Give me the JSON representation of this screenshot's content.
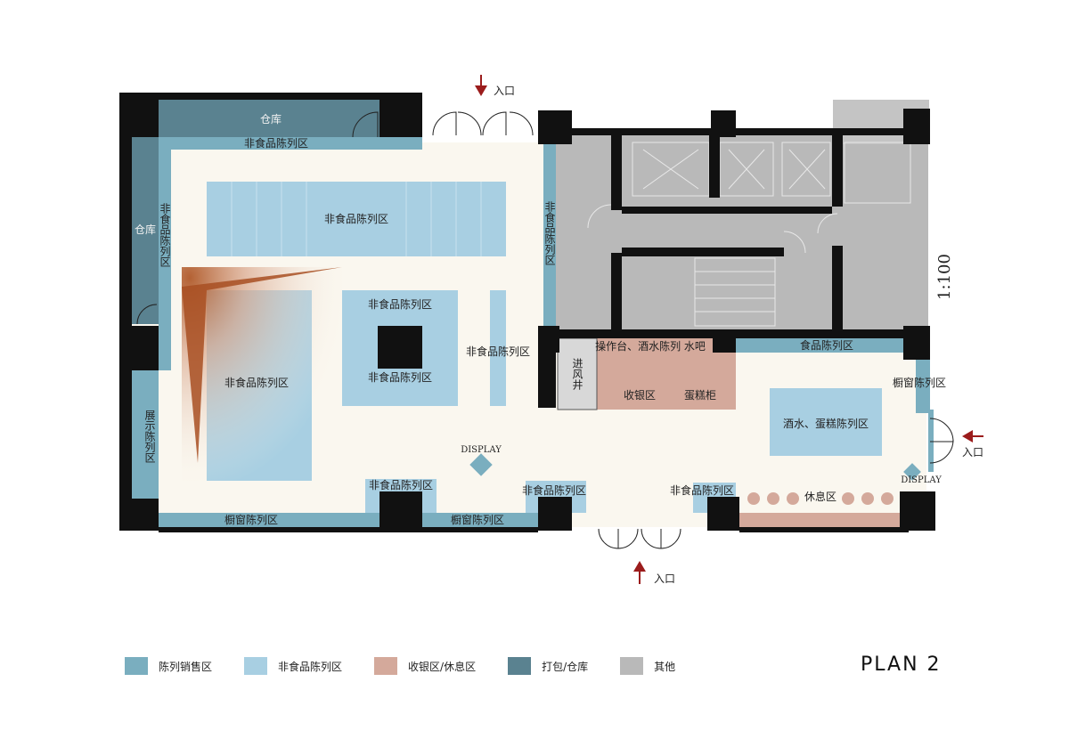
{
  "colors": {
    "display_sales": "#7aaebf",
    "non_food": "#a8cfe2",
    "cashier": "#d4a99b",
    "storage": "#5a8290",
    "other": "#b9b9b9",
    "floor": "#faf7ef",
    "wall": "#111111",
    "arrow": "#9b1c1c",
    "seat": "#d4a99b"
  },
  "labels": {
    "storage_top": "仓库",
    "storage_left": "仓库",
    "nonfood_top_strip": "非食品陈列区",
    "nonfood_left_strip": "非食品陈列区",
    "nonfood_top_block": "非食品陈列区",
    "nonfood_center_top": "非食品陈列区",
    "nonfood_center_bottom": "非食品陈列区",
    "nonfood_left_block": "非食品陈列区",
    "nonfood_right_center": "非食品陈列区",
    "nonfood_mid_vertical": "非食品陈列区",
    "nonfood_bottom_1": "非食品陈列区",
    "nonfood_bottom_2": "非食品陈列区",
    "nonfood_bottom_3": "非食品陈列区",
    "exhibit": "展示陈列区",
    "window_bottom_1": "橱窗陈列区",
    "window_bottom_2": "橱窗陈列区",
    "window_right": "橱窗陈列区",
    "food_display": "食品陈列区",
    "workbench": "操作台、酒水陈列  水吧",
    "cashier": "收银区",
    "cake_cabinet": "蛋糕柜",
    "air_shaft": "进风井",
    "wine_cake": "酒水、蛋糕陈列区",
    "rest_area": "休息区",
    "display_1": "DISPLAY",
    "display_2": "DISPLAY",
    "entrance_top": "入口",
    "entrance_bottom": "入口",
    "entrance_right": "入口",
    "scale": "1:100"
  },
  "legend": [
    {
      "label": "陈列销售区",
      "color": "#7aaebf"
    },
    {
      "label": "非食品陈列区",
      "color": "#a8cfe2"
    },
    {
      "label": "收银区/休息区",
      "color": "#d4a99b"
    },
    {
      "label": "打包/仓库",
      "color": "#5a8290"
    },
    {
      "label": "其他",
      "color": "#b9b9b9"
    }
  ],
  "title": "PLAN 2"
}
